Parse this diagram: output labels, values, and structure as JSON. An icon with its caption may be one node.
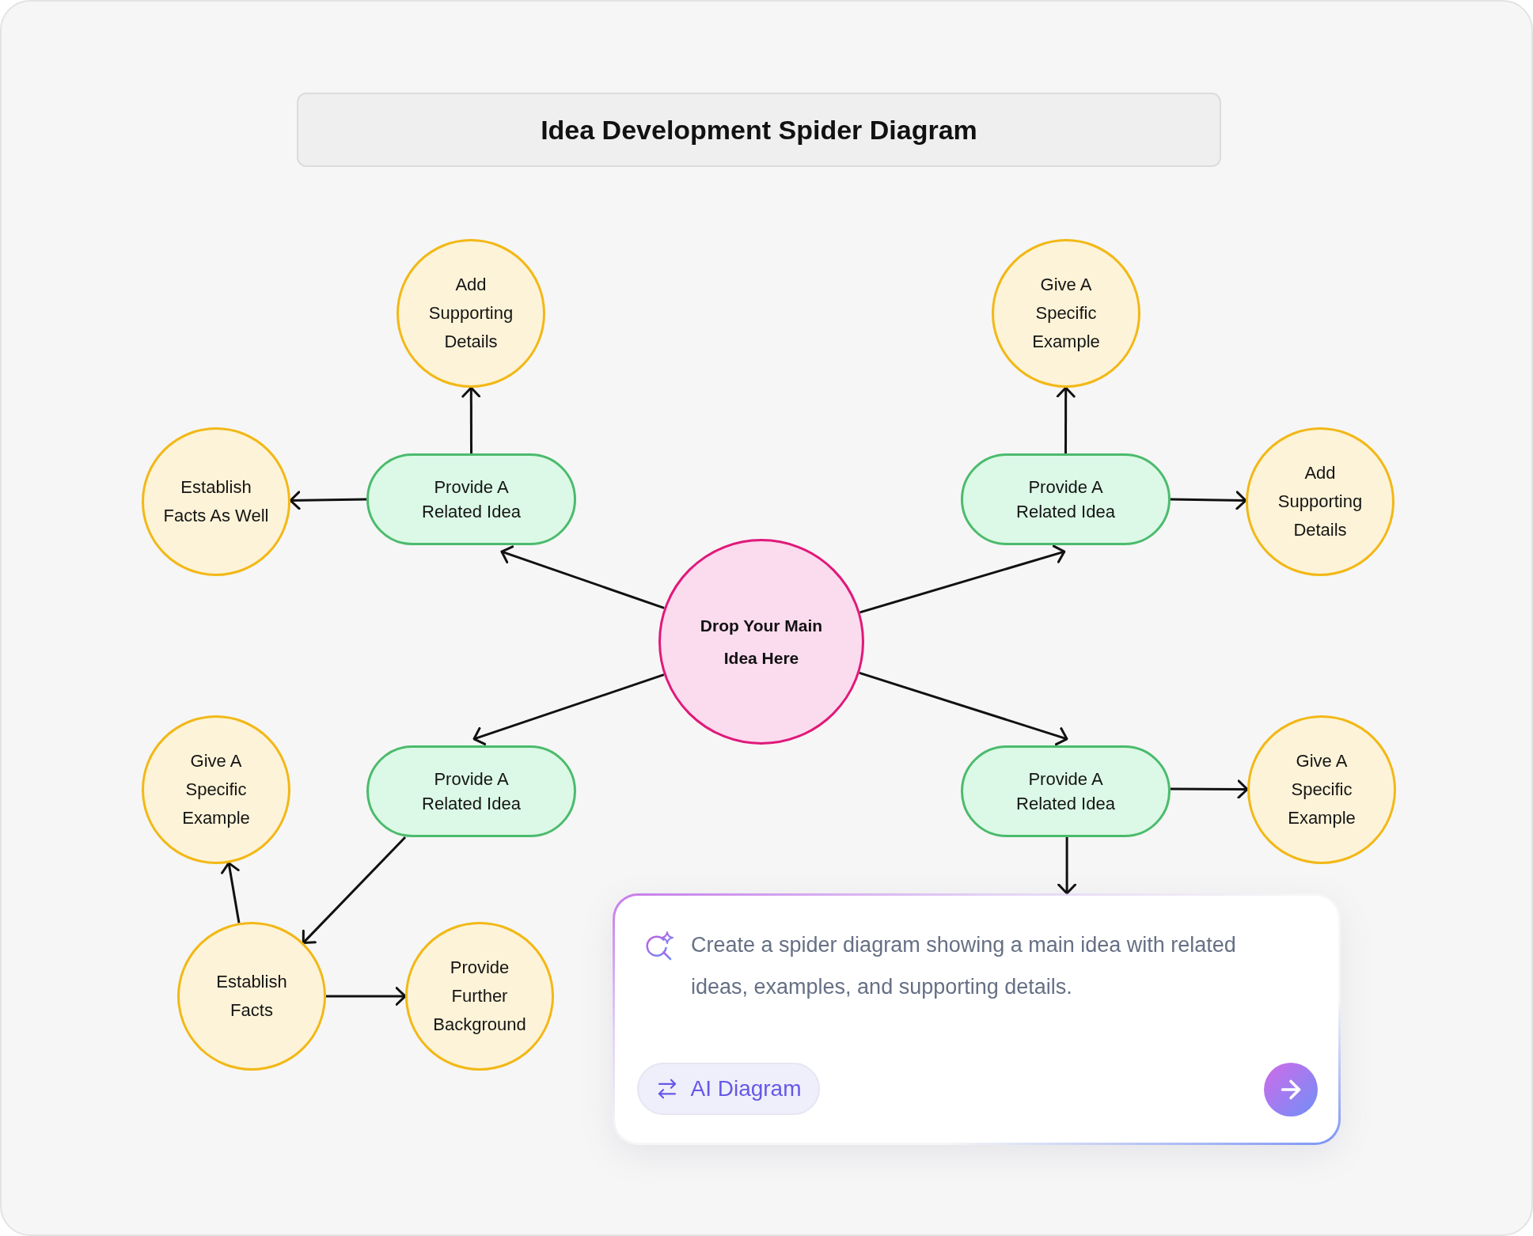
{
  "diagram": {
    "title": "Idea Development Spider Diagram",
    "nodes": [
      {
        "text": [
          "Add Supporting Details"
        ]
      },
      {
        "text": [
          "Give A Specific Example"
        ]
      },
      {
        "text": [
          "Establish Facts As Well"
        ]
      },
      {
        "text": [
          "Provide A Related Idea"
        ]
      },
      {
        "text": [
          "Provide A Related Idea"
        ]
      },
      {
        "text": [
          "Add Supporting Details"
        ]
      },
      {
        "text": [
          "Drop Your Main Idea Here"
        ]
      },
      {
        "text": [
          "Give A Specific Example"
        ]
      },
      {
        "text": [
          "Provide A Related Idea"
        ]
      },
      {
        "text": [
          "Provide A Related Idea"
        ]
      },
      {
        "text": [
          "Give A Specific Example"
        ]
      },
      {
        "text": [
          "Establish Facts"
        ]
      },
      {
        "text": [
          "Provide Further Background"
        ]
      },
      {
        "text": [
          "Create a spider diagram showing a main idea with related ideas, examples, and supporting details.",
          "AI Diagram"
        ]
      }
    ],
    "edges": [
      {
        "from": 6,
        "to": 3,
        "arrow": "to"
      },
      {
        "from": 6,
        "to": 4,
        "arrow": "to"
      },
      {
        "from": 6,
        "to": 8,
        "arrow": "to"
      },
      {
        "from": 6,
        "to": 9,
        "arrow": "to"
      },
      {
        "from": 3,
        "to": 0,
        "arrow": "to"
      },
      {
        "from": 3,
        "to": 2,
        "arrow": "to"
      },
      {
        "from": 4,
        "to": 1,
        "arrow": "to"
      },
      {
        "from": 4,
        "to": 5,
        "arrow": "to"
      },
      {
        "from": 9,
        "to": 10,
        "arrow": "to"
      },
      {
        "from": 9,
        "to": 13,
        "arrow": "to"
      },
      {
        "from": 8,
        "to": 11,
        "arrow": "to"
      },
      {
        "from": 11,
        "to": 7,
        "arrow": "to"
      },
      {
        "from": 11,
        "to": 12,
        "arrow": "to"
      }
    ]
  }
}
